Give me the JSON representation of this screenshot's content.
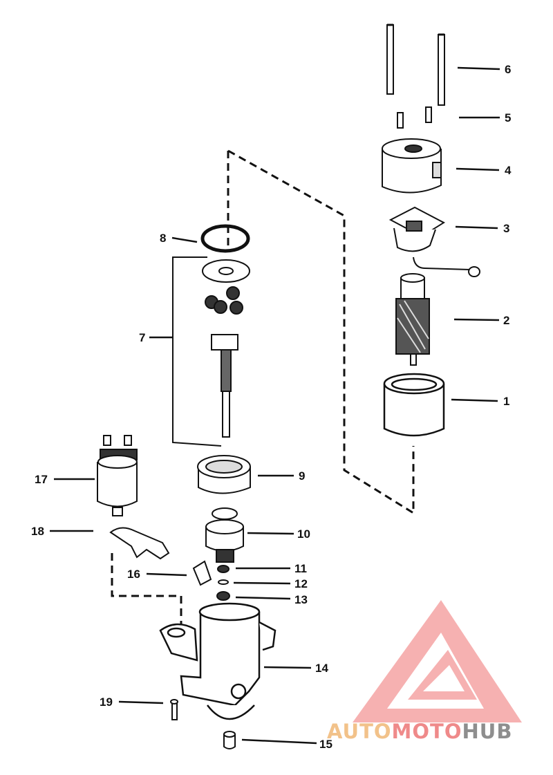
{
  "diagram": {
    "callouts": [
      {
        "id": "1",
        "label": "1"
      },
      {
        "id": "2",
        "label": "2"
      },
      {
        "id": "3",
        "label": "3"
      },
      {
        "id": "4",
        "label": "4"
      },
      {
        "id": "5",
        "label": "5"
      },
      {
        "id": "6",
        "label": "6"
      },
      {
        "id": "7",
        "label": "7"
      },
      {
        "id": "8",
        "label": "8"
      },
      {
        "id": "9",
        "label": "9"
      },
      {
        "id": "10",
        "label": "10"
      },
      {
        "id": "11",
        "label": "11"
      },
      {
        "id": "12",
        "label": "12"
      },
      {
        "id": "13",
        "label": "13"
      },
      {
        "id": "14",
        "label": "14"
      },
      {
        "id": "15",
        "label": "15"
      },
      {
        "id": "16",
        "label": "16"
      },
      {
        "id": "17",
        "label": "17"
      },
      {
        "id": "18",
        "label": "18"
      },
      {
        "id": "19",
        "label": "19"
      }
    ]
  },
  "watermark": {
    "part1": "AUTO",
    "part2": "MOTO",
    "part3": "HUB",
    "color_light": "#f2c28a",
    "color_red": "#ef8a8a",
    "color_gray": "#8e8e8e"
  }
}
